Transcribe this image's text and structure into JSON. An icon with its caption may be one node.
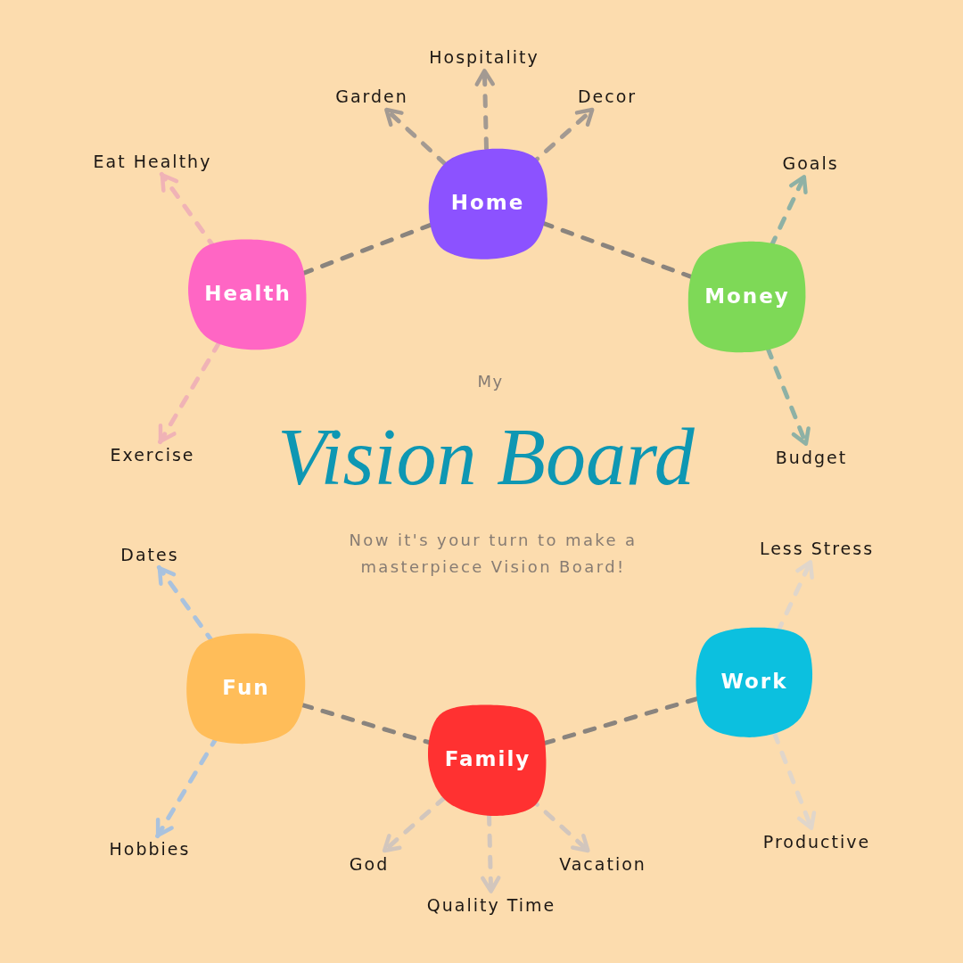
{
  "diagram": {
    "title": "Vision Board",
    "caption": "Now it's your turn to make a masterpiece Vision Board!",
    "nodes": [
      {
        "text": [
          "Hospitality"
        ]
      },
      {
        "text": [
          "Garden"
        ]
      },
      {
        "text": [
          "Decor"
        ]
      },
      {
        "text": [
          "Eat Healthy"
        ]
      },
      {
        "text": [
          "Goals"
        ]
      },
      {
        "text": [
          "Home"
        ]
      },
      {
        "text": [
          "Health"
        ]
      },
      {
        "text": [
          "Money"
        ]
      },
      {
        "text": [
          "Exercise"
        ]
      },
      {
        "text": [
          "Budget"
        ]
      },
      {
        "text": [
          "Less Stress"
        ]
      },
      {
        "text": [
          "Dates"
        ]
      },
      {
        "text": [
          "Work"
        ]
      },
      {
        "text": [
          "Fun"
        ]
      },
      {
        "text": [
          "Family"
        ]
      },
      {
        "text": [
          "Productive"
        ]
      },
      {
        "text": [
          "Hobbies"
        ]
      },
      {
        "text": [
          "God"
        ]
      },
      {
        "text": [
          "Vacation"
        ]
      },
      {
        "text": [
          "Quality Time"
        ]
      }
    ],
    "edges": [
      {
        "from": 6,
        "to": 5,
        "arrow": "none",
        "style": "dashed"
      },
      {
        "from": 5,
        "to": 7,
        "arrow": "none",
        "style": "dashed"
      },
      {
        "from": 13,
        "to": 14,
        "arrow": "none",
        "style": "dashed"
      },
      {
        "from": 14,
        "to": 12,
        "arrow": "none",
        "style": "dashed"
      },
      {
        "from": 5,
        "to": 0,
        "arrow": "to",
        "style": "dashed",
        "color": "#a39a92"
      },
      {
        "from": 5,
        "to": 1,
        "arrow": "to",
        "style": "dashed",
        "color": "#a39a92"
      },
      {
        "from": 5,
        "to": 2,
        "arrow": "to",
        "style": "dashed",
        "color": "#a39a92"
      },
      {
        "from": 6,
        "to": 3,
        "arrow": "to",
        "style": "dashed",
        "color": "#f0b3b6"
      },
      {
        "from": 6,
        "to": 8,
        "arrow": "to",
        "style": "dashed",
        "color": "#f0b3b6"
      },
      {
        "from": 7,
        "to": 4,
        "arrow": "to",
        "style": "dashed",
        "color": "#8eb1a5"
      },
      {
        "from": 7,
        "to": 9,
        "arrow": "to",
        "style": "dashed",
        "color": "#8eb1a5"
      },
      {
        "from": 13,
        "to": 11,
        "arrow": "to",
        "style": "dashed",
        "color": "#a9c2de"
      },
      {
        "from": 13,
        "to": 16,
        "arrow": "to",
        "style": "dashed",
        "color": "#a9c2de"
      },
      {
        "from": 14,
        "to": 17,
        "arrow": "to",
        "style": "dashed",
        "color": "#d2c6bd"
      },
      {
        "from": 14,
        "to": 19,
        "arrow": "to",
        "style": "dashed",
        "color": "#d2c6bd"
      },
      {
        "from": 14,
        "to": 18,
        "arrow": "to",
        "style": "dashed",
        "color": "#d2c6bd"
      },
      {
        "from": 12,
        "to": 10,
        "arrow": "to",
        "style": "dashed",
        "color": "#e0d6cb"
      },
      {
        "from": 12,
        "to": 15,
        "arrow": "to",
        "style": "dashed",
        "color": "#e0d6cb"
      }
    ],
    "labels": [
      "My"
    ]
  }
}
